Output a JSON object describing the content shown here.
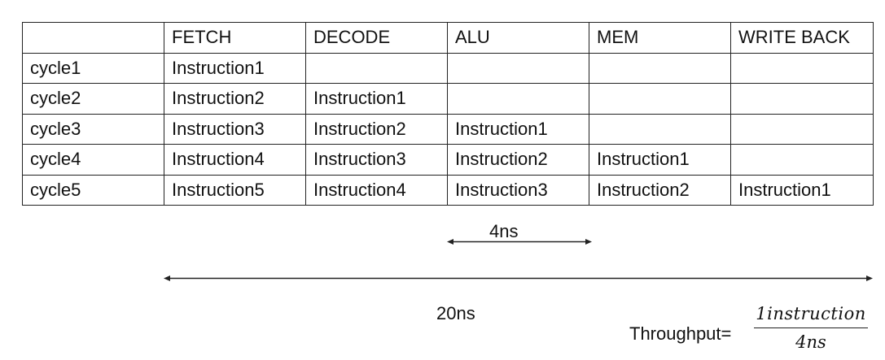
{
  "table": {
    "header": [
      "",
      "FETCH",
      "DECODE",
      "ALU",
      "MEM",
      "WRITE BACK"
    ],
    "rows": [
      [
        "cycle1",
        "Instruction1",
        "",
        "",
        "",
        ""
      ],
      [
        "cycle2",
        "Instruction2",
        "Instruction1",
        "",
        "",
        ""
      ],
      [
        "cycle3",
        "Instruction3",
        "Instruction2",
        "Instruction1",
        "",
        ""
      ],
      [
        "cycle4",
        "Instruction4",
        "Instruction3",
        "Instruction2",
        "Instruction1",
        ""
      ],
      [
        "cycle5",
        "Instruction5",
        "Instruction4",
        "Instruction3",
        "Instruction2",
        "Instruction1"
      ]
    ]
  },
  "annotations": {
    "stage_time": "4ns",
    "total_time": "20ns",
    "throughput_label": "Throughput=",
    "throughput_numerator": "1instruction",
    "throughput_denominator": "4ns"
  }
}
